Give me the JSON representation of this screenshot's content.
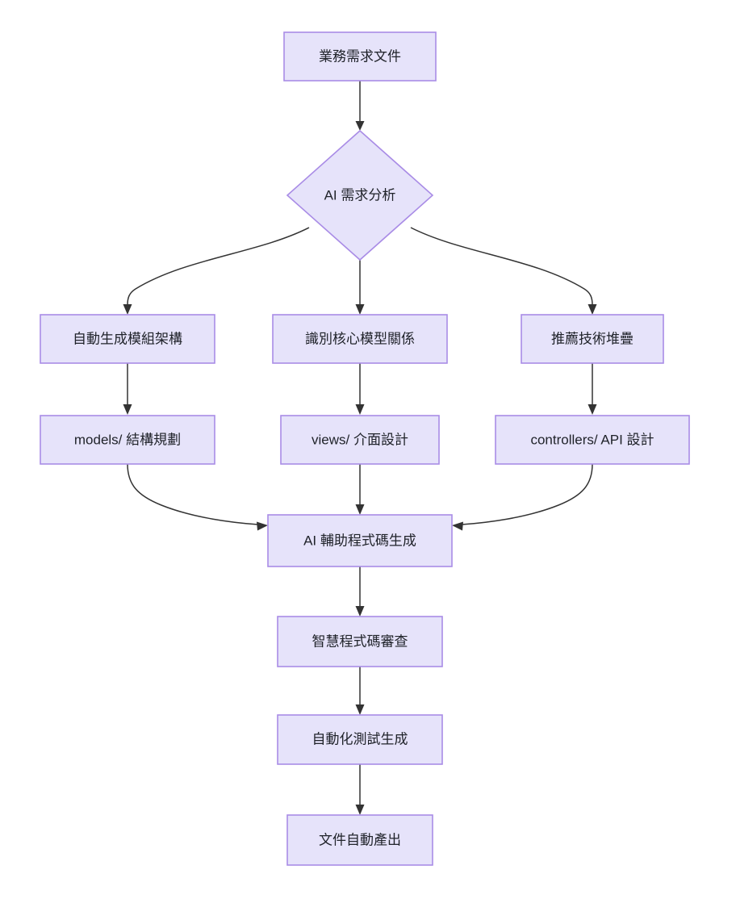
{
  "diagram": {
    "type": "flowchart",
    "direction": "top-to-bottom",
    "background_color": "#ffffff",
    "node_fill_color": "#e6e3fa",
    "node_border_color": "#a98ce6",
    "edge_color": "#333333",
    "text_color": "#20232a",
    "nodes": [
      {
        "id": "n1",
        "shape": "rect",
        "label": "業務需求文件"
      },
      {
        "id": "n2",
        "shape": "diamond",
        "label": "AI 需求分析"
      },
      {
        "id": "n3",
        "shape": "rect",
        "label": "自動生成模組架構"
      },
      {
        "id": "n4",
        "shape": "rect",
        "label": "識別核心模型關係"
      },
      {
        "id": "n5",
        "shape": "rect",
        "label": "推薦技術堆疊"
      },
      {
        "id": "n6",
        "shape": "rect",
        "label": "models/ 結構規劃"
      },
      {
        "id": "n7",
        "shape": "rect",
        "label": "views/ 介面設計"
      },
      {
        "id": "n8",
        "shape": "rect",
        "label": "controllers/ API 設計"
      },
      {
        "id": "n9",
        "shape": "rect",
        "label": "AI 輔助程式碼生成"
      },
      {
        "id": "n10",
        "shape": "rect",
        "label": "智慧程式碼審查"
      },
      {
        "id": "n11",
        "shape": "rect",
        "label": "自動化測試生成"
      },
      {
        "id": "n12",
        "shape": "rect",
        "label": "文件自動產出"
      }
    ],
    "edges": [
      {
        "from": "n1",
        "to": "n2",
        "style": "straight"
      },
      {
        "from": "n2",
        "to": "n3",
        "style": "curved"
      },
      {
        "from": "n2",
        "to": "n4",
        "style": "straight"
      },
      {
        "from": "n2",
        "to": "n5",
        "style": "curved"
      },
      {
        "from": "n3",
        "to": "n6",
        "style": "straight"
      },
      {
        "from": "n4",
        "to": "n7",
        "style": "straight"
      },
      {
        "from": "n5",
        "to": "n8",
        "style": "straight"
      },
      {
        "from": "n6",
        "to": "n9",
        "style": "curved"
      },
      {
        "from": "n7",
        "to": "n9",
        "style": "straight"
      },
      {
        "from": "n8",
        "to": "n9",
        "style": "curved"
      },
      {
        "from": "n9",
        "to": "n10",
        "style": "straight"
      },
      {
        "from": "n10",
        "to": "n11",
        "style": "straight"
      },
      {
        "from": "n11",
        "to": "n12",
        "style": "straight"
      }
    ]
  }
}
